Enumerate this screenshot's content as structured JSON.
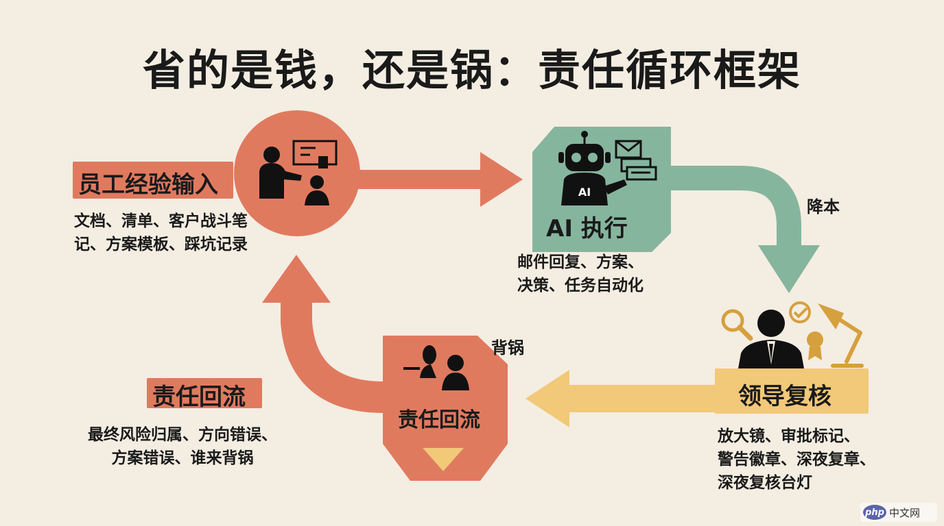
{
  "title": "省的是钱，还是锅：责任循环框架",
  "nodes": {
    "input": {
      "title": "员工经验输入",
      "desc_line1": "文档、清单、客户战斗笔",
      "desc_line2": "记、方案模板、踩坑记录"
    },
    "ai": {
      "title": "AI 执行",
      "robot_badge": "AI",
      "desc_line1": "邮件回复、方案、",
      "desc_line2": "决策、任务自动化"
    },
    "review": {
      "title": "领导复核",
      "desc_line1": "放大镜、审批标记、",
      "desc_line2": "警告徽章、深夜复章、",
      "desc_line3": "深夜复核台灯"
    },
    "backflow": {
      "box_title": "责任回流",
      "side_title": "责任回流",
      "desc_line1": "最终风险归属、方向错误、",
      "desc_line2": "方案错误、谁来背锅"
    }
  },
  "edge_labels": {
    "cost_down": "降本",
    "blame": "背锅"
  },
  "watermark": {
    "logo": "php",
    "text": "中文网"
  },
  "colors": {
    "background": "#f4ede2",
    "coral": "#e07a5f",
    "green": "#86b59e",
    "yellow": "#f2c879"
  }
}
